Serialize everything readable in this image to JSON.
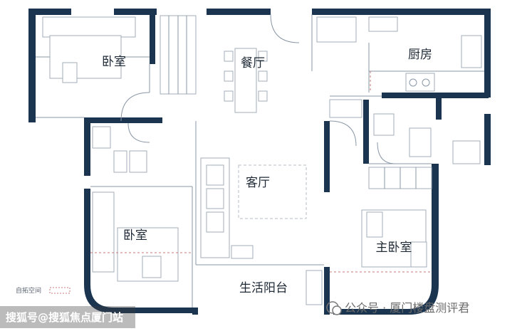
{
  "rooms": {
    "bedroom_top_left": "卧室",
    "dining": "餐厅",
    "kitchen": "厨房",
    "living": "客厅",
    "bedroom_bottom_left": "卧室",
    "master_bedroom": "主卧室",
    "balcony": "生活阳台"
  },
  "legend": {
    "label": "自拓空间"
  },
  "watermarks": {
    "left": "搜狐号@搜狐焦点厦门站",
    "right": "公众号 · 厦门楼盘测评君"
  },
  "colors": {
    "wall": "#1b3550",
    "line": "#8a97a6",
    "extension_marker": "#c97a7a"
  }
}
